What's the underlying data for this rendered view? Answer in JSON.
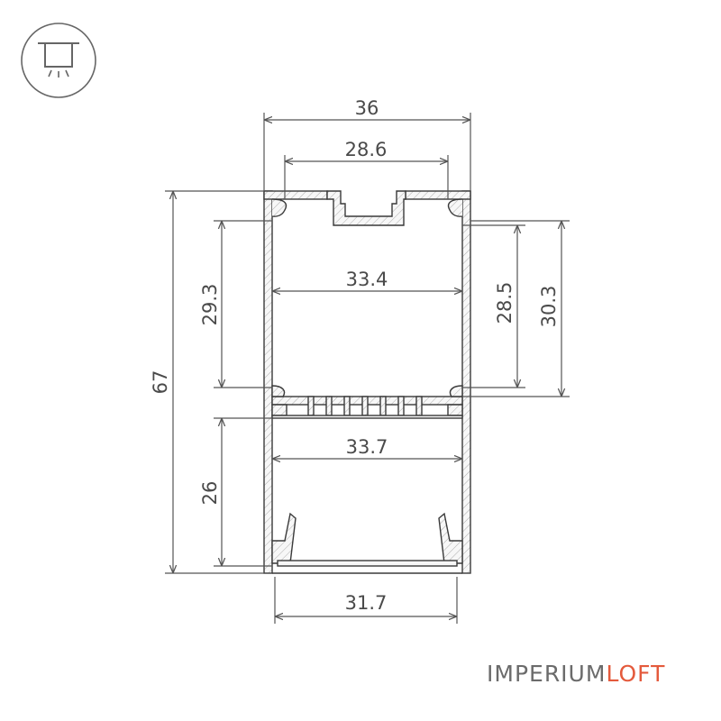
{
  "mount_icon": "ceiling-suspended-light-icon",
  "dimensions": {
    "width_total": "36",
    "width_top_slot": "28.6",
    "height_total": "67",
    "height_upper_left": "29.3",
    "width_upper_inner": "33.4",
    "height_upper_right_inner": "28.5",
    "height_upper_right_outer": "30.3",
    "width_lower_inner": "33.7",
    "height_lower": "26",
    "width_bottom_opening": "31.7"
  },
  "brand": {
    "part1": "IMPERIUM",
    "part2": "LOFT"
  },
  "colors": {
    "line": "#3a3a3a",
    "profile_fill": "#f7f7f7",
    "dimension": "#555555",
    "brand_gray": "#6b6b6b",
    "brand_accent": "#e45a3c"
  }
}
